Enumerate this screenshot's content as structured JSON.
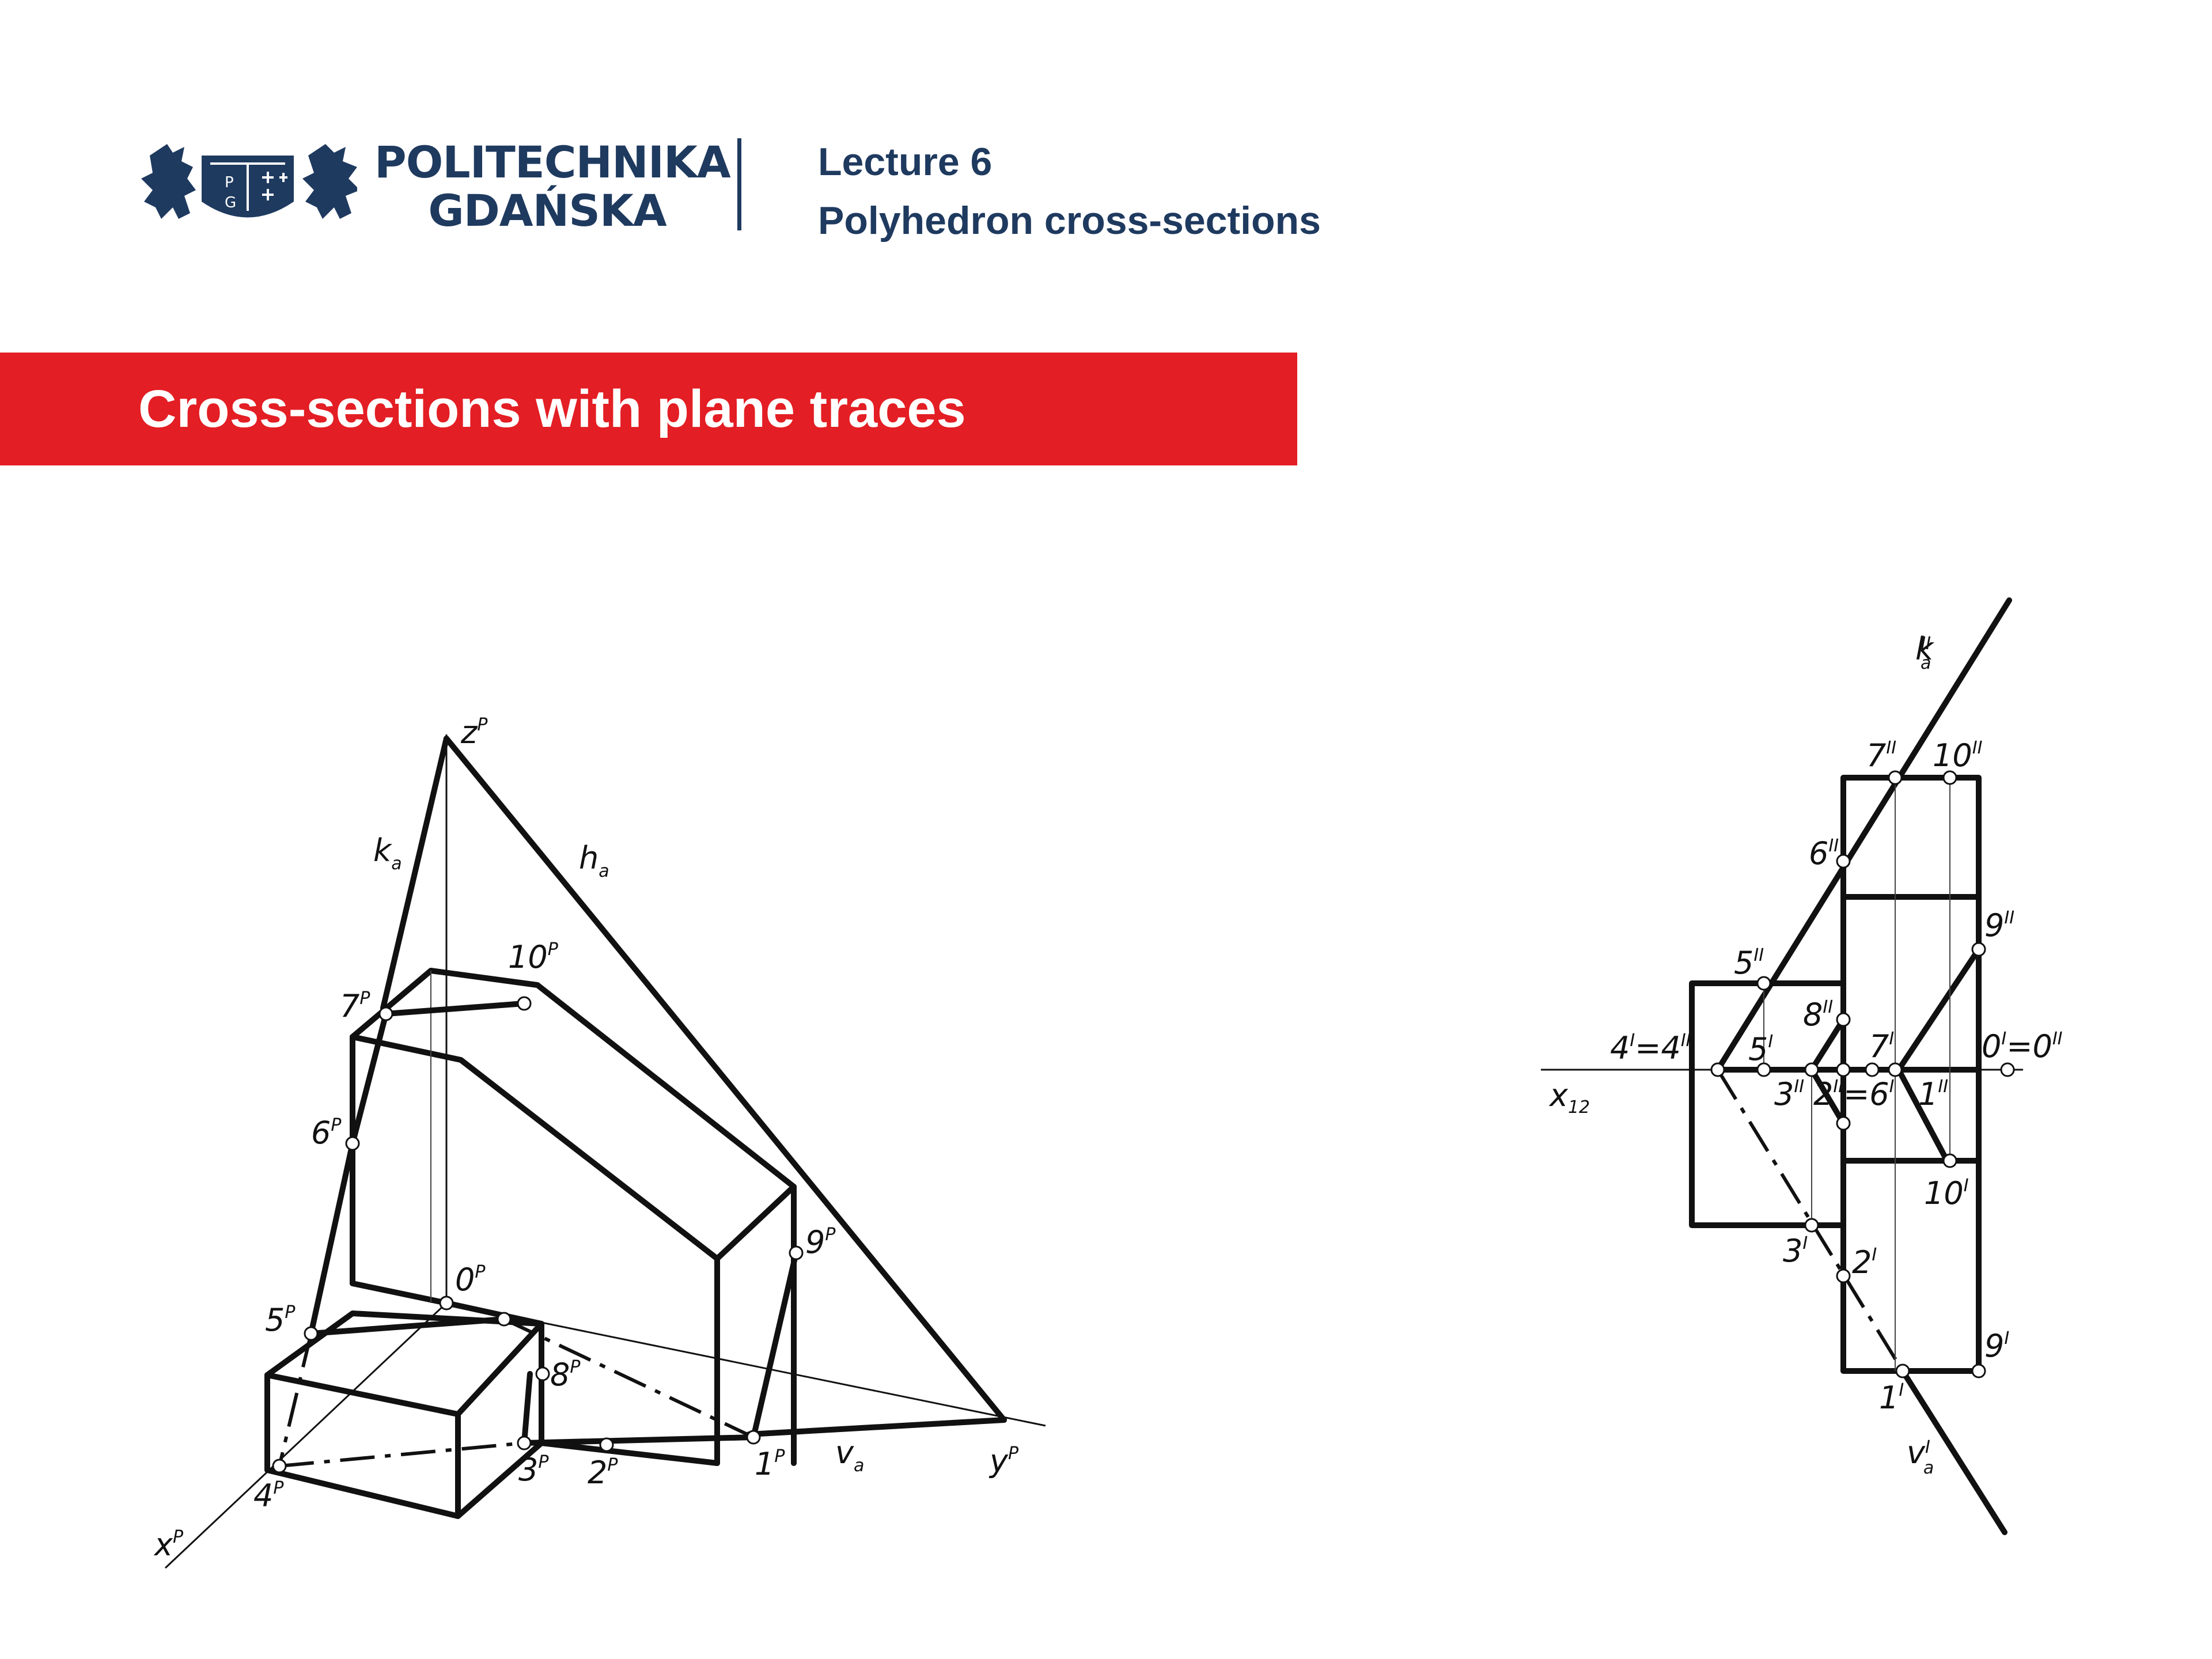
{
  "header": {
    "university_line1": "POLITECHNIKA",
    "university_line2": "GDAŃSKA",
    "lecture_number": "Lecture 6",
    "lecture_topic": "Polyhedron cross-sections",
    "shield_letters": [
      "P",
      "G"
    ]
  },
  "banner": {
    "title": "Cross-sections with plane traces",
    "color": "#e31e24"
  },
  "colors": {
    "brand": "#1f3a5f",
    "accent": "#e31e24",
    "ink": "#111111"
  },
  "axonometric_labels": {
    "z": "z",
    "x": "x",
    "y": "y",
    "p": "P",
    "k": "k",
    "h": "h",
    "v": "v",
    "a": "a",
    "p0": "0",
    "p1": "1",
    "p2": "2",
    "p3": "3",
    "p4": "4",
    "p5": "5",
    "p6": "6",
    "p7": "7",
    "p8": "8",
    "p9": "9",
    "p10": "10"
  },
  "orthographic_labels": {
    "k2": "k",
    "k2_sup": "II",
    "k2_sub": "a",
    "v1": "v",
    "v1_sup": "I",
    "v1_sub": "a",
    "x12": "x",
    "x12_sub": "12",
    "n7_2": "7",
    "n10_2": "10",
    "n6_2": "6",
    "n9_2": "9",
    "n5_2": "5",
    "n8_2": "8",
    "n4": "4",
    "n4_eq": "=4",
    "n5_1": "5",
    "n7_1": "7",
    "n0": "0",
    "n0_eq": "=0",
    "n3_2": "3",
    "n2_2": "2",
    "n6_1": "=6",
    "n1_2": "1",
    "n10_1": "10",
    "n3_1": "3",
    "n2_1": "2",
    "n9_1": "9",
    "n1_1": "1",
    "sup1": "I",
    "sup2": "II"
  }
}
